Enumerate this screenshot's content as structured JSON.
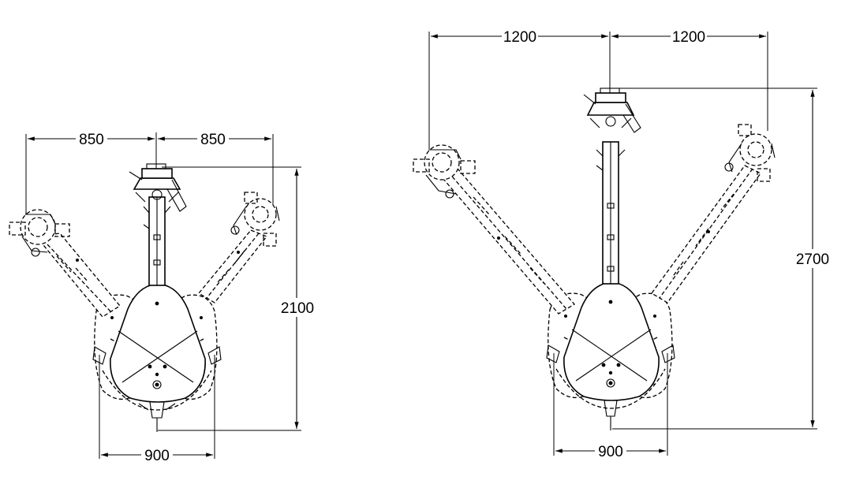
{
  "left_machine": {
    "dims": {
      "reach_left": "850",
      "reach_right": "850",
      "height": "2100",
      "base_width": "900"
    }
  },
  "right_machine": {
    "dims": {
      "reach_left": "1200",
      "reach_right": "1200",
      "height": "2700",
      "base_width": "900"
    }
  }
}
